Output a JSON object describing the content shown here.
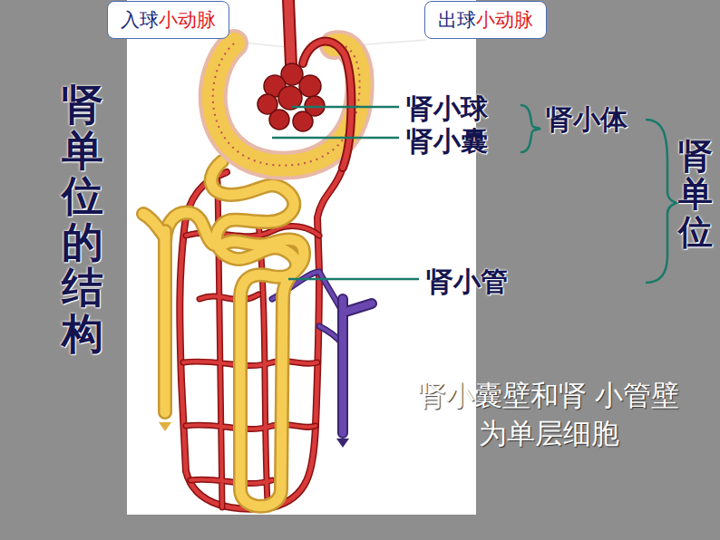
{
  "diagram": {
    "title": "肾单位的结构",
    "nodes": [
      {
        "text": [
          "入球",
          "小动脉"
        ]
      },
      {
        "text": [
          "出球",
          "小动脉"
        ]
      }
    ],
    "labels": [
      "肾小球",
      "肾小囊",
      "肾小体",
      "肾单位",
      "肾小管",
      "肾小囊壁和肾 小管壁为单层细胞"
    ]
  }
}
